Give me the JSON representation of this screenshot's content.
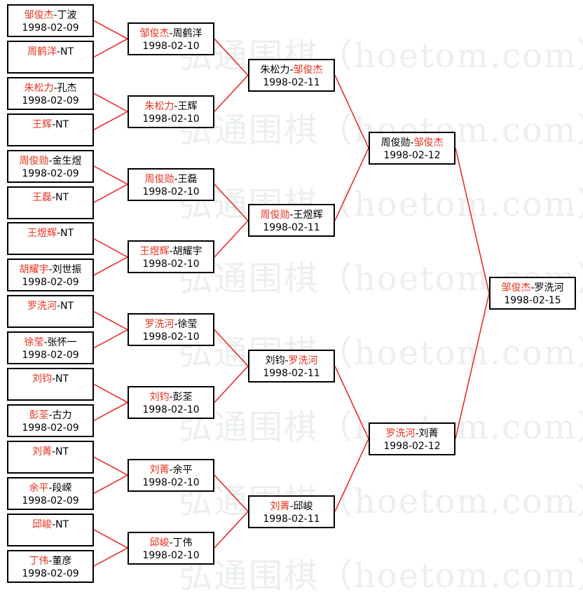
{
  "watermark_text": "弘通围棋（hoetom.com）弘通围棋",
  "colors": {
    "winner": "#e8321e",
    "line": "#e82020",
    "border": "#000000"
  },
  "rounds": [
    [
      {
        "p1": "邹俊杰",
        "p2": "丁波",
        "winner": 1,
        "date": "1998-02-09"
      },
      {
        "p1": "周鹤洋",
        "p2": "NT",
        "winner": 1,
        "date": ""
      },
      {
        "p1": "朱松力",
        "p2": "孔杰",
        "winner": 1,
        "date": "1998-02-09"
      },
      {
        "p1": "王辉",
        "p2": "NT",
        "winner": 1,
        "date": ""
      },
      {
        "p1": "周俊勋",
        "p2": "金生煜",
        "winner": 1,
        "date": "1998-02-09"
      },
      {
        "p1": "王磊",
        "p2": "NT",
        "winner": 1,
        "date": ""
      },
      {
        "p1": "王煜辉",
        "p2": "NT",
        "winner": 1,
        "date": ""
      },
      {
        "p1": "胡耀宇",
        "p2": "刘世振",
        "winner": 1,
        "date": "1998-02-09"
      },
      {
        "p1": "罗洗河",
        "p2": "NT",
        "winner": 1,
        "date": ""
      },
      {
        "p1": "徐莹",
        "p2": "张怀一",
        "winner": 1,
        "date": "1998-02-09"
      },
      {
        "p1": "刘钧",
        "p2": "NT",
        "winner": 1,
        "date": ""
      },
      {
        "p1": "彭荃",
        "p2": "古力",
        "winner": 1,
        "date": "1998-02-09"
      },
      {
        "p1": "刘菁",
        "p2": "NT",
        "winner": 1,
        "date": ""
      },
      {
        "p1": "余平",
        "p2": "段嵘",
        "winner": 1,
        "date": "1998-02-09"
      },
      {
        "p1": "邱峻",
        "p2": "NT",
        "winner": 1,
        "date": ""
      },
      {
        "p1": "丁伟",
        "p2": "董彦",
        "winner": 1,
        "date": "1998-02-09"
      }
    ],
    [
      {
        "p1": "邹俊杰",
        "p2": "周鹤洋",
        "winner": 1,
        "date": "1998-02-10"
      },
      {
        "p1": "朱松力",
        "p2": "王辉",
        "winner": 1,
        "date": "1998-02-10"
      },
      {
        "p1": "周俊勋",
        "p2": "王磊",
        "winner": 1,
        "date": "1998-02-10"
      },
      {
        "p1": "王煜辉",
        "p2": "胡耀宇",
        "winner": 1,
        "date": "1998-02-10"
      },
      {
        "p1": "罗洗河",
        "p2": "徐莹",
        "winner": 1,
        "date": "1998-02-10"
      },
      {
        "p1": "刘钧",
        "p2": "彭荃",
        "winner": 1,
        "date": "1998-02-10"
      },
      {
        "p1": "刘菁",
        "p2": "余平",
        "winner": 1,
        "date": "1998-02-10"
      },
      {
        "p1": "邱峻",
        "p2": "丁伟",
        "winner": 1,
        "date": "1998-02-10"
      }
    ],
    [
      {
        "p1": "朱松力",
        "p2": "邹俊杰",
        "winner": 2,
        "date": "1998-02-11"
      },
      {
        "p1": "周俊勋",
        "p2": "王煜辉",
        "winner": 1,
        "date": "1998-02-11"
      },
      {
        "p1": "刘钧",
        "p2": "罗洗河",
        "winner": 2,
        "date": "1998-02-11"
      },
      {
        "p1": "刘菁",
        "p2": "邱峻",
        "winner": 1,
        "date": "1998-02-11"
      }
    ],
    [
      {
        "p1": "周俊勋",
        "p2": "邹俊杰",
        "winner": 2,
        "date": "1998-02-12"
      },
      {
        "p1": "罗洗河",
        "p2": "刘菁",
        "winner": 1,
        "date": "1998-02-12"
      }
    ],
    [
      {
        "p1": "邹俊杰",
        "p2": "罗洗河",
        "winner": 1,
        "date": "1998-02-15"
      }
    ]
  ]
}
